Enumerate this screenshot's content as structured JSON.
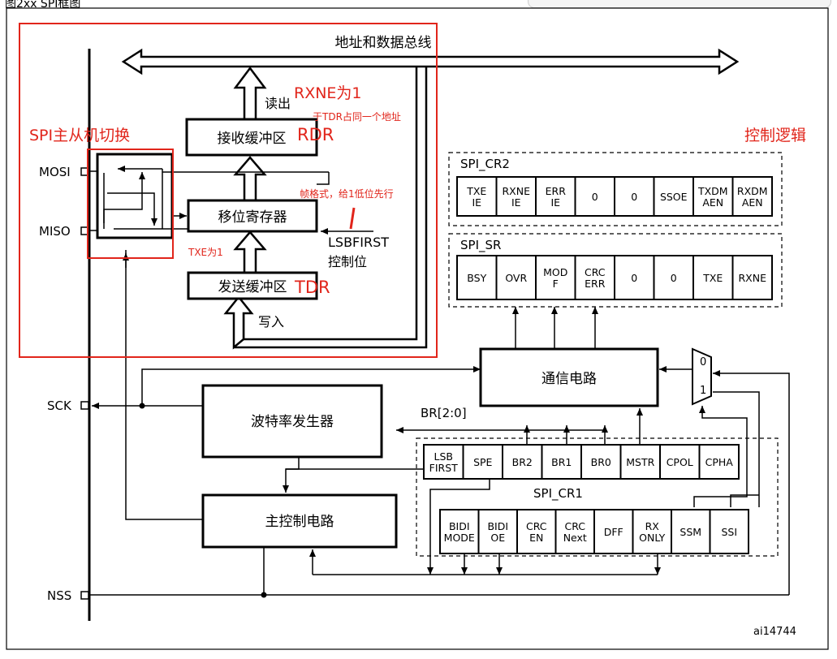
{
  "figure": {
    "caption": "图2xx SPI框图",
    "id": "ai14744"
  },
  "pins": {
    "mosi": "MOSI",
    "miso": "MISO",
    "sck": "SCK",
    "nss": "NSS"
  },
  "bus": {
    "label": "地址和数据总线"
  },
  "blocks": {
    "rx_buffer": "接收缓冲区",
    "shift_register": "移位寄存器",
    "tx_buffer": "发送缓冲区",
    "comm_circuit": "通信电路",
    "baud_gen": "波特率发生器",
    "master_ctrl": "主控制电路"
  },
  "signals": {
    "read": "读出",
    "write": "写入",
    "lsbfirst_1": "LSBFIRST",
    "lsbfirst_2": "控制位",
    "br": "BR[2:0]",
    "mux_0": "0",
    "mux_1": "1"
  },
  "registers": {
    "cr2": {
      "name": "SPI_CR2",
      "cells": [
        [
          "TXE",
          "IE"
        ],
        [
          "RXNE",
          "IE"
        ],
        [
          "ERR",
          "IE"
        ],
        [
          "0"
        ],
        [
          "0"
        ],
        [
          "SSOE"
        ],
        [
          "TXDM",
          "AEN"
        ],
        [
          "RXDM",
          "AEN"
        ]
      ]
    },
    "sr": {
      "name": "SPI_SR",
      "cells": [
        [
          "BSY"
        ],
        [
          "OVR"
        ],
        [
          "MOD",
          "F"
        ],
        [
          "CRC",
          "ERR"
        ],
        [
          "0"
        ],
        [
          "0"
        ],
        [
          "TXE"
        ],
        [
          "RXNE"
        ]
      ]
    },
    "cr1": {
      "name": "SPI_CR1",
      "row1": [
        [
          "LSB",
          "FIRST"
        ],
        [
          "SPE"
        ],
        [
          "BR2"
        ],
        [
          "BR1"
        ],
        [
          "BR0"
        ],
        [
          "MSTR"
        ],
        [
          "CPOL"
        ],
        [
          "CPHA"
        ]
      ],
      "row2": [
        [
          "BIDI",
          "MODE"
        ],
        [
          "BIDI",
          "OE"
        ],
        [
          "CRC",
          "EN"
        ],
        [
          "CRC",
          "Next"
        ],
        [
          "DFF"
        ],
        [
          "RX",
          "ONLY"
        ],
        [
          "SSM"
        ],
        [
          "SSI"
        ]
      ]
    }
  },
  "annotations": {
    "rxne": "RXNE为1",
    "rdr_note": "于TDR占同一个地址",
    "rdr": "RDR",
    "master_slave": "SPI主从机切换",
    "frame_format": "帧格式，给1低位先行",
    "txe": "TXE为1",
    "tdr": "TDR",
    "control_logic": "控制逻辑"
  },
  "colors": {
    "annotation": "#e1251b",
    "line": "#000000"
  }
}
